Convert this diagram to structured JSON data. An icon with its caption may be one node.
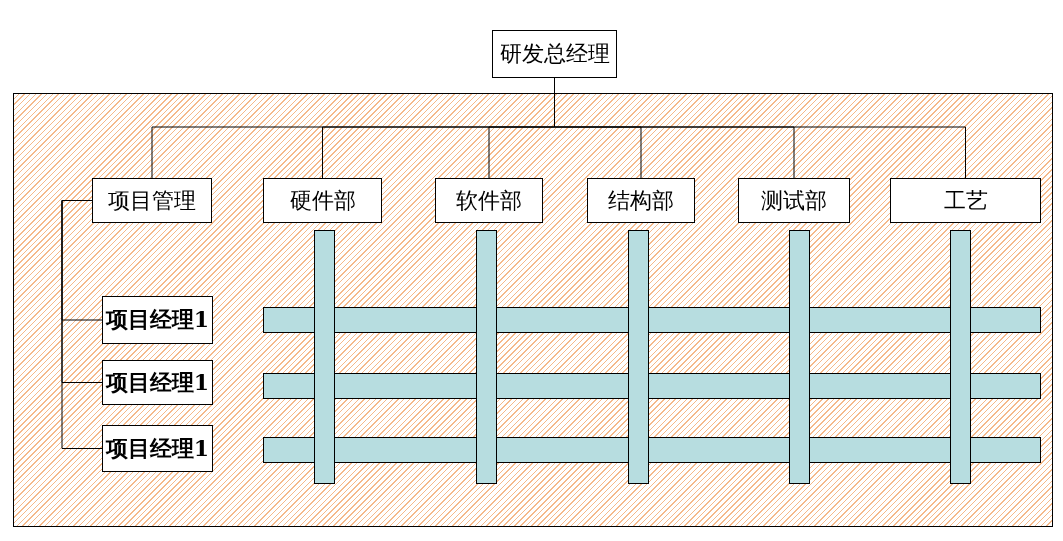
{
  "diagram": {
    "nodes": [
      {
        "text": [
          "研发总经理"
        ]
      },
      {
        "text": [
          "项目管理"
        ]
      },
      {
        "text": [
          "硬件部"
        ]
      },
      {
        "text": [
          "软件部"
        ]
      },
      {
        "text": [
          "结构部"
        ]
      },
      {
        "text": [
          "测试部"
        ]
      },
      {
        "text": [
          "工艺"
        ]
      },
      {
        "text": [
          "项目经理1"
        ]
      },
      {
        "text": [
          "项目经理1"
        ]
      },
      {
        "text": [
          "项目经理1"
        ]
      }
    ],
    "edges": [
      {
        "from": 0,
        "to": 1,
        "arrow": "none"
      },
      {
        "from": 0,
        "to": 2,
        "arrow": "none"
      },
      {
        "from": 0,
        "to": 3,
        "arrow": "none"
      },
      {
        "from": 0,
        "to": 4,
        "arrow": "none"
      },
      {
        "from": 0,
        "to": 5,
        "arrow": "none"
      },
      {
        "from": 0,
        "to": 6,
        "arrow": "none"
      },
      {
        "from": 1,
        "to": 7,
        "arrow": "none"
      },
      {
        "from": 1,
        "to": 8,
        "arrow": "none"
      },
      {
        "from": 1,
        "to": 9,
        "arrow": "none"
      }
    ]
  }
}
